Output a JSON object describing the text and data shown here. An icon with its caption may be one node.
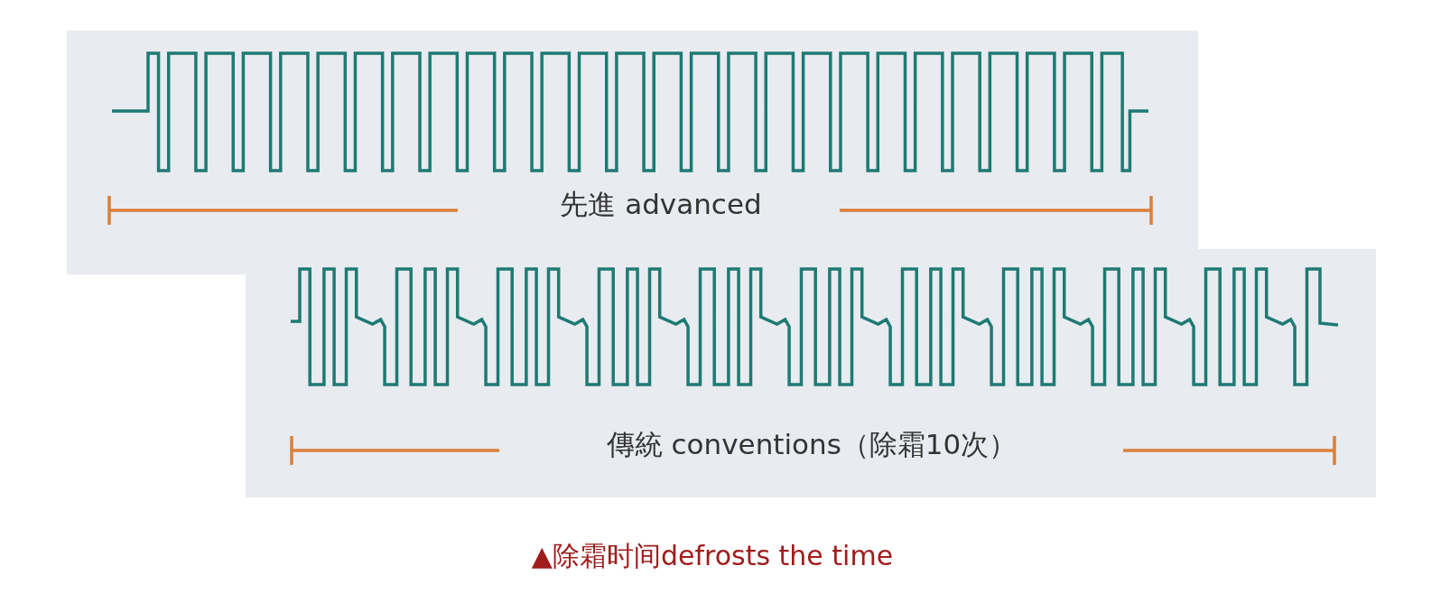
{
  "diagram": {
    "caption": "▲除霜时间defrosts the time",
    "nodes": [
      {
        "text": [
          "先進 advanced"
        ]
      },
      {
        "text": [
          "傳統 conventions（除霜10次）"
        ]
      }
    ]
  }
}
